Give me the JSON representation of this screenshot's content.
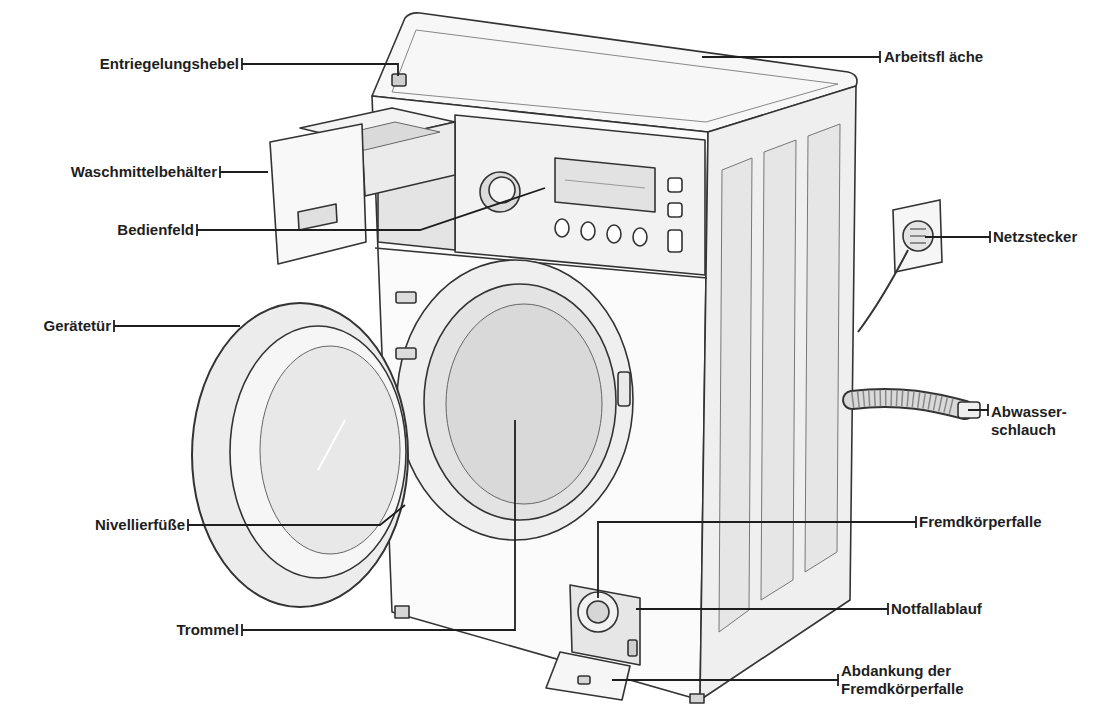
{
  "diagram": {
    "labels": [
      "Arbeitsfl äche",
      "Entriegelungshebel",
      "Waschmittelbehälter",
      "Bedienfeld",
      "Netzstecker",
      "Gerätetür",
      "Abwasser- schlauch",
      "Nivellierfüße",
      "Fremdkörperfalle",
      "Trommel",
      "Notfallablauf",
      "Abdankung der Fremdkörperfalle"
    ]
  }
}
